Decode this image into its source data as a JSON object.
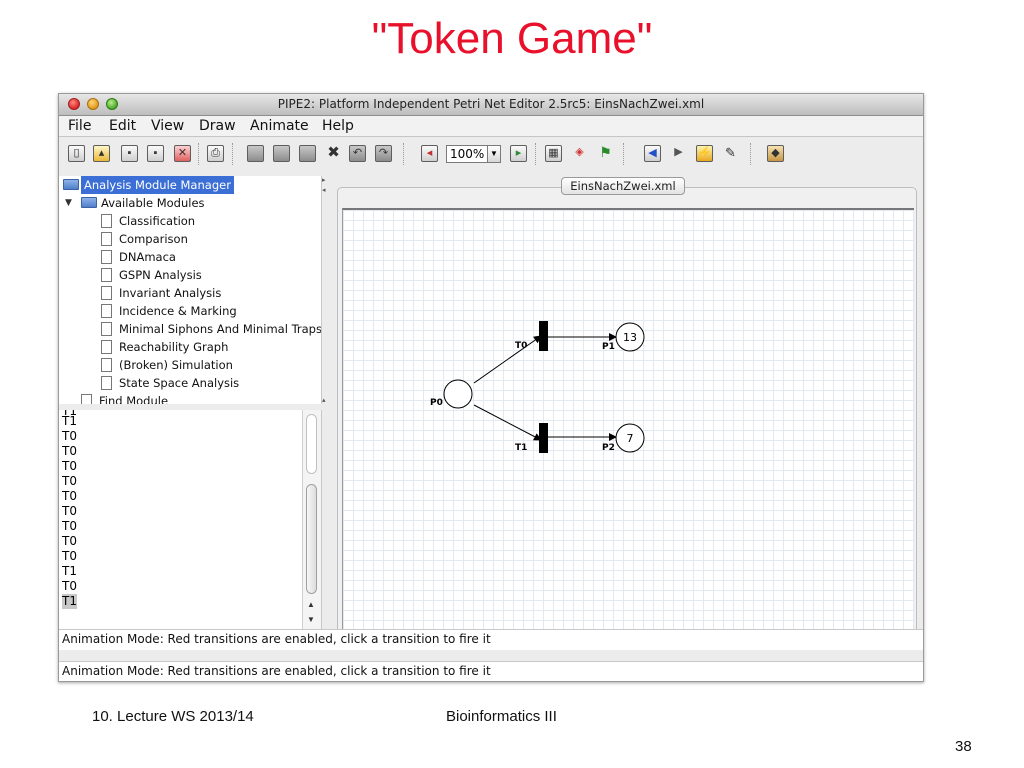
{
  "slide": {
    "title": "\"Token Game\"",
    "footer_left": "10. Lecture WS 2013/14",
    "footer_center": "Bioinformatics III",
    "page_number": "38"
  },
  "window": {
    "title": "PIPE2: Platform Independent Petri Net Editor 2.5rc5: EinsNachZwei.xml"
  },
  "menu": [
    "File",
    "Edit",
    "View",
    "Draw",
    "Animate",
    "Help"
  ],
  "toolbar": {
    "zoom_value": "100%",
    "icons": [
      "new-file-icon",
      "open-file-icon",
      "save-icon",
      "save-as-icon",
      "close-file-icon",
      "print-icon",
      "export-icon",
      "cut-icon",
      "copy-icon",
      "paste-icon",
      "delete-icon",
      "undo-icon",
      "redo-icon",
      "zoom-out-icon",
      "zoom-in-icon",
      "grid-icon",
      "place-icon",
      "token-icon",
      "step-back-icon",
      "step-forward-icon",
      "fire-icon",
      "random-fire-icon",
      "eraser-icon"
    ]
  },
  "module_tree": {
    "root": "Analysis Module Manager",
    "folder": "Available Modules",
    "items": [
      "Classification",
      "Comparison",
      "DNAmaca",
      "GSPN Analysis",
      "Invariant Analysis",
      "Incidence & Marking",
      "Minimal Siphons And Minimal Traps",
      "Reachability Graph",
      "(Broken) Simulation",
      "State Space Analysis"
    ],
    "partial_item": "Find Module"
  },
  "firing_log": {
    "lines": [
      "T1",
      "T0",
      "T0",
      "T0",
      "T0",
      "T0",
      "T0",
      "T0",
      "T0",
      "T0",
      "T1",
      "T0",
      "T1"
    ]
  },
  "canvas": {
    "tab": "EinsNachZwei.xml",
    "places": [
      {
        "id": "P0",
        "label": "P0",
        "tokens": ""
      },
      {
        "id": "P1",
        "label": "P1",
        "tokens": "13"
      },
      {
        "id": "P2",
        "label": "P2",
        "tokens": "7"
      }
    ],
    "transitions": [
      {
        "id": "T0",
        "label": "T0"
      },
      {
        "id": "T1",
        "label": "T1"
      }
    ]
  },
  "status": {
    "line1": "Animation Mode: Red transitions are enabled, click a transition to fire it",
    "line2": "Animation Mode: Red transitions are enabled, click a transition to fire it"
  }
}
